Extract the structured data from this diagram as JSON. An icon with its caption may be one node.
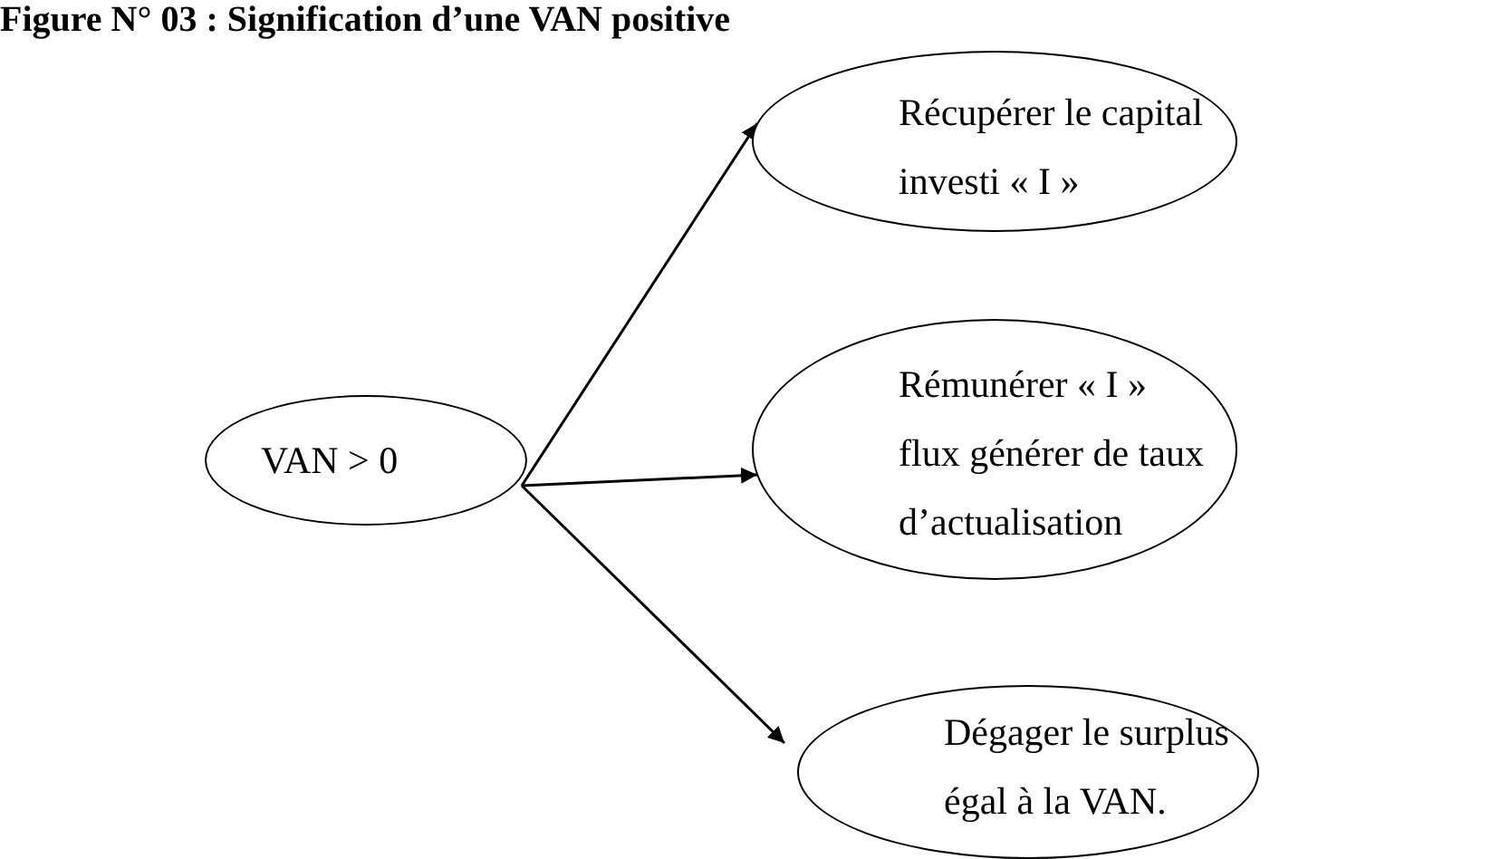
{
  "diagram": {
    "title": "Figure N° 03 : Signification d’une VAN positive",
    "nodes": [
      {
        "text": [
          "VAN > 0"
        ]
      },
      {
        "text": [
          "Récupérer le capital investi « I »"
        ]
      },
      {
        "text": [
          "Rémunérer « I » flux générer de taux d’actualisation"
        ]
      },
      {
        "text": [
          "Dégager le surplus égal à la VAN."
        ]
      }
    ],
    "edges": [
      {
        "from": 0,
        "to": 1,
        "arrow": "to"
      },
      {
        "from": 0,
        "to": 2,
        "arrow": "to"
      },
      {
        "from": 0,
        "to": 3,
        "arrow": "to"
      }
    ]
  }
}
